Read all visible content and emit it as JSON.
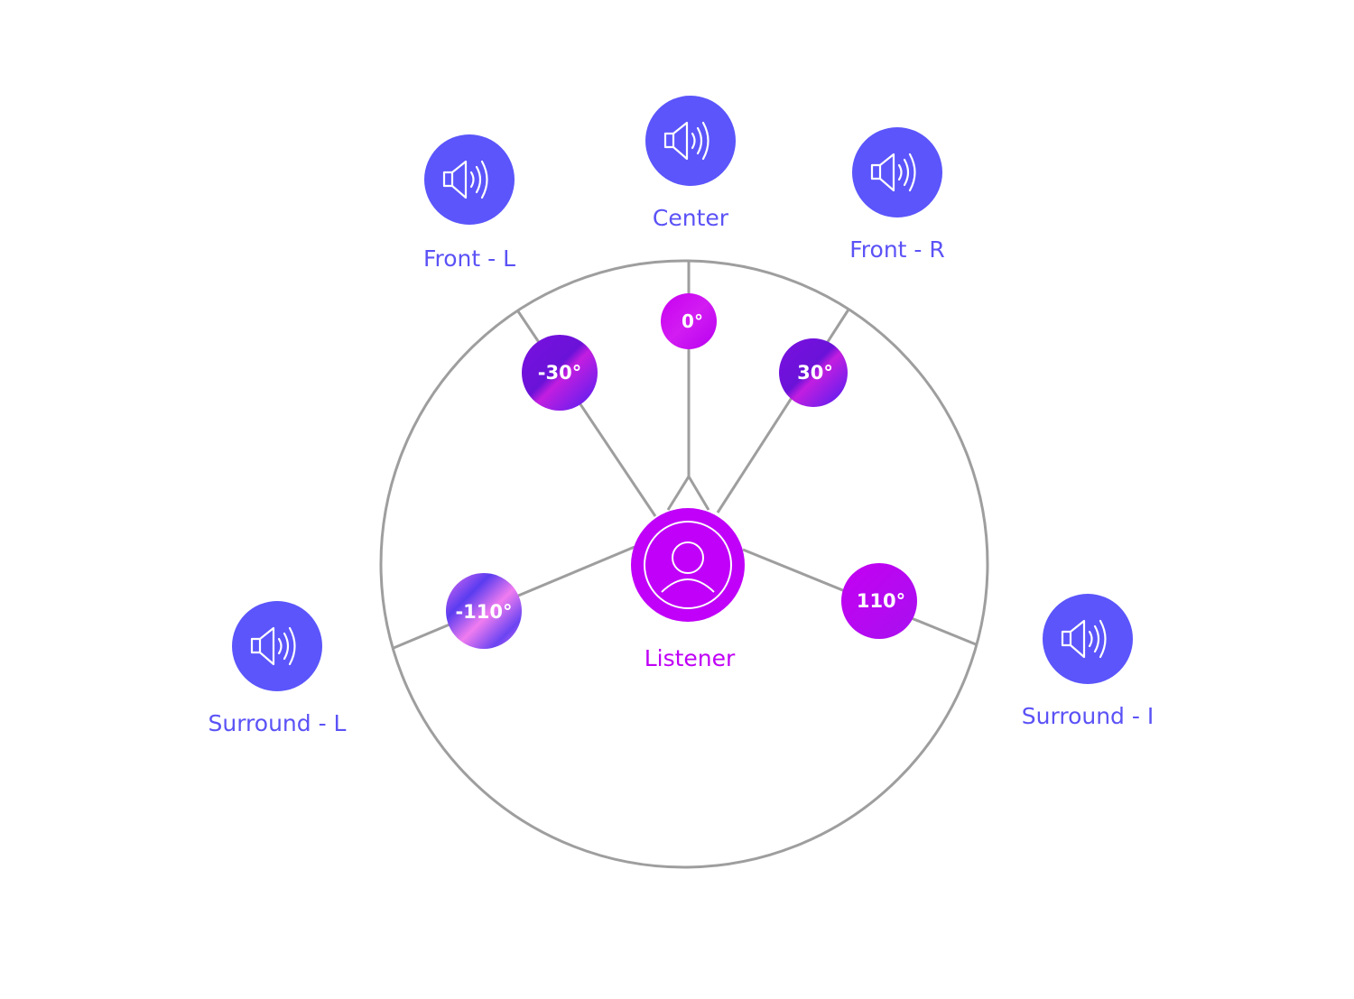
{
  "colors": {
    "speaker": "#5b55fb",
    "listener": "#c000f8",
    "line": "#9e9e9e"
  },
  "speakers": [
    {
      "label": "Front - L",
      "icon": "speaker-icon"
    },
    {
      "label": "Center",
      "icon": "speaker-icon"
    },
    {
      "label": "Front - R",
      "icon": "speaker-icon"
    },
    {
      "label": "Surround - L",
      "icon": "speaker-icon"
    },
    {
      "label": "Surround - I",
      "icon": "speaker-icon"
    }
  ],
  "angles": [
    "0°",
    "-30°",
    "30°",
    "-110°",
    "110°"
  ],
  "listener": {
    "label": "Listener",
    "icon": "user-icon"
  }
}
